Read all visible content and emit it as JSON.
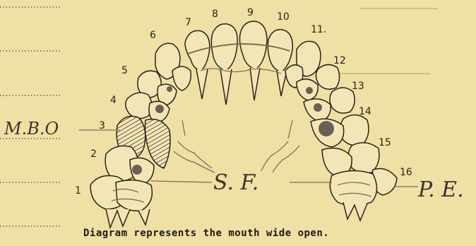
{
  "caption": "Diagram represents the mouth wide open.",
  "tooth_numbers": [
    "1",
    "2",
    "3",
    "4",
    "5",
    "6",
    "7",
    "8",
    "9",
    "10",
    "11.",
    "12",
    "13",
    "14",
    "15",
    "16"
  ],
  "annotations": {
    "left_label": "M.B.O",
    "center_label": "S. F.",
    "right_label": "P. E."
  },
  "colors": {
    "paper": "#efe0a6",
    "ink": "#2a2418",
    "pencil": "#8a6a5a",
    "filling": "#6a6055"
  }
}
